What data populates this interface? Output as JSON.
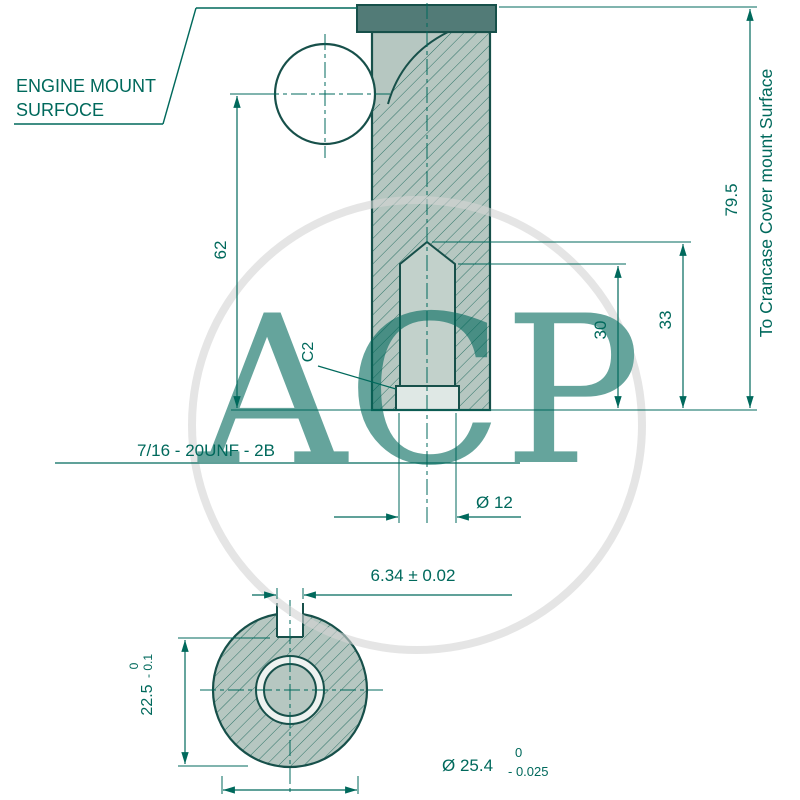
{
  "drawing": {
    "labels": {
      "engine_mount_line1": "ENGINE MOUNT",
      "engine_mount_line2": "SURFOCE",
      "right_vertical_label": "To Crancase Cover mount Surface",
      "watermark": "ACP"
    },
    "side_view": {
      "dim_height_to_ball": "62",
      "dim_total_height": "79.5",
      "dim_hole_depth_outer": "33",
      "dim_hole_depth_inner": "30",
      "chamfer_note": "C2",
      "thread_callout": "7/16 - 20UNF - 2B",
      "dim_hole_dia": "Ø 12"
    },
    "end_view": {
      "dim_keyway_width": "6.34 ± 0.02",
      "dim_keyway_depth": "22.5",
      "dim_keyway_depth_tol_upper": "0",
      "dim_keyway_depth_tol_lower": "- 0.1",
      "dim_shaft_dia": "Ø 25.4",
      "dim_shaft_dia_tol_upper": "0",
      "dim_shaft_dia_tol_lower": "- 0.025"
    },
    "colors": {
      "dimension_line": "#00695c",
      "part_outline": "#17504a",
      "section_fill": "#b6c7c1",
      "dark_fill": "#527b77",
      "watermark": "#d2d2d2"
    }
  }
}
